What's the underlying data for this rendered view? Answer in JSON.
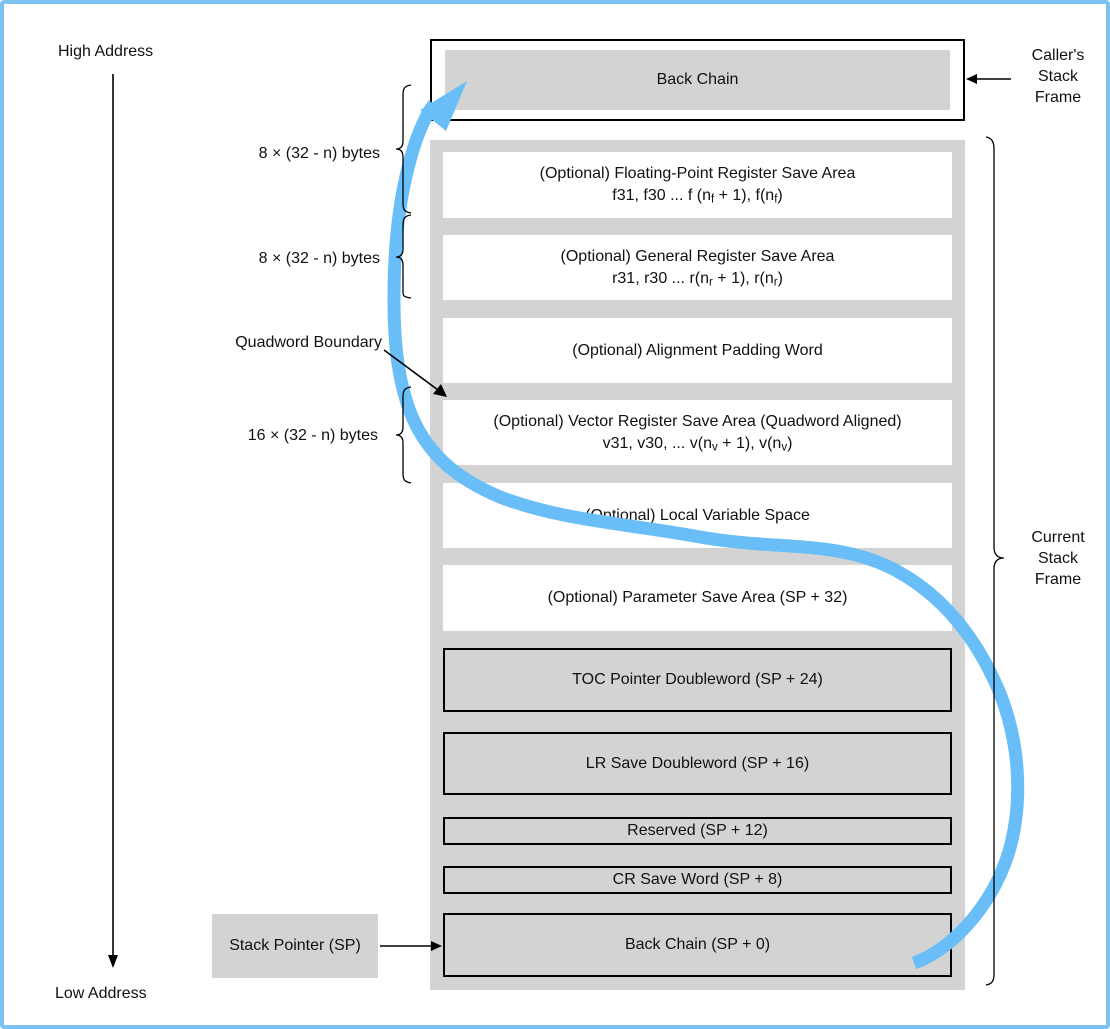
{
  "page": {
    "high_address": "High Address",
    "low_address": "Low Address"
  },
  "caller": {
    "box_label": "Back Chain",
    "frame_label_lines": [
      "Caller's",
      "Stack",
      "Frame"
    ]
  },
  "current": {
    "frame_label_lines": [
      "Current",
      "Stack",
      "Frame"
    ]
  },
  "annotations": {
    "fp_size": "8 × (32 - n) bytes",
    "gr_size": "8 × (32 - n) bytes",
    "quadword_boundary": "Quadword Boundary",
    "vr_size": "16 × (32 - n) bytes",
    "stack_pointer": "Stack Pointer (SP)"
  },
  "frame": {
    "rows": [
      {
        "name": "fp-save",
        "lines": [
          [
            {
              "t": "(Optional) Floating-Point Register Save Area"
            }
          ],
          [
            {
              "t": "f31, f30 ... f (n"
            },
            {
              "s": "f"
            },
            {
              "t": " + 1), f(n"
            },
            {
              "s": "f"
            },
            {
              "t": ")"
            }
          ]
        ]
      },
      {
        "name": "gr-save",
        "lines": [
          [
            {
              "t": "(Optional) General Register Save Area"
            }
          ],
          [
            {
              "t": "r31, r30 ... r(n"
            },
            {
              "s": "r"
            },
            {
              "t": " + 1), r(n"
            },
            {
              "s": "r"
            },
            {
              "t": ")"
            }
          ]
        ]
      },
      {
        "name": "align-pad",
        "lines": [
          [
            {
              "t": "(Optional) Alignment Padding Word"
            }
          ]
        ]
      },
      {
        "name": "vr-save",
        "lines": [
          [
            {
              "t": "(Optional) Vector Register Save Area (Quadword Aligned)"
            }
          ],
          [
            {
              "t": "v31, v30, ... v(n"
            },
            {
              "s": "v"
            },
            {
              "t": " + 1), v(n"
            },
            {
              "s": "v"
            },
            {
              "t": ")"
            }
          ]
        ]
      },
      {
        "name": "local-var",
        "lines": [
          [
            {
              "t": "(Optional) Local Variable Space"
            }
          ]
        ]
      },
      {
        "name": "param-save",
        "lines": [
          [
            {
              "t": "(Optional) Parameter Save Area (SP + 32)"
            }
          ]
        ]
      },
      {
        "name": "toc-pointer",
        "lines": [
          [
            {
              "t": "TOC Pointer Doubleword (SP + 24)"
            }
          ]
        ]
      },
      {
        "name": "lr-save",
        "lines": [
          [
            {
              "t": "LR Save Doubleword (SP + 16)"
            }
          ]
        ]
      },
      {
        "name": "reserved",
        "lines": [
          [
            {
              "t": "Reserved (SP + 12)"
            }
          ]
        ]
      },
      {
        "name": "cr-save",
        "lines": [
          [
            {
              "t": "CR Save Word (SP + 8)"
            }
          ]
        ]
      },
      {
        "name": "back-chain",
        "lines": [
          [
            {
              "t": "Back Chain (SP + 0)"
            }
          ]
        ]
      }
    ]
  },
  "colors": {
    "accent_blue": "#6ABEF7",
    "page_border_blue": "#7CC2F0",
    "box_gray": "#D3D3D3"
  }
}
